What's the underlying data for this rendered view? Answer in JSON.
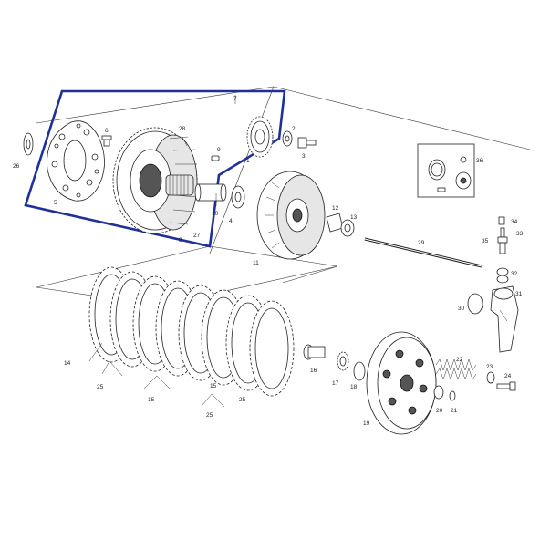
{
  "highlight_color": "#1f2f9c",
  "labels": {
    "p1": "1",
    "p2": "2",
    "p3": "3",
    "p4": "4",
    "p5": "5",
    "p6": "6",
    "p7": "7",
    "p8": "8",
    "p9": "9",
    "p10": "10",
    "p11": "11",
    "p12": "12",
    "p13": "13",
    "p14": "14",
    "p15a": "15",
    "p15b": "15",
    "p16": "16",
    "p17": "17",
    "p18": "18",
    "p19": "19",
    "p20": "20",
    "p21": "21",
    "p22": "22",
    "p23": "23",
    "p24": "24",
    "p25a": "25",
    "p25b": "25",
    "p25c": "25",
    "p26": "26",
    "p27": "27",
    "p28": "28",
    "p29": "29",
    "p30": "30",
    "p31": "31",
    "p32": "32",
    "p33": "33",
    "p34": "34",
    "p35": "35",
    "p36": "36"
  }
}
